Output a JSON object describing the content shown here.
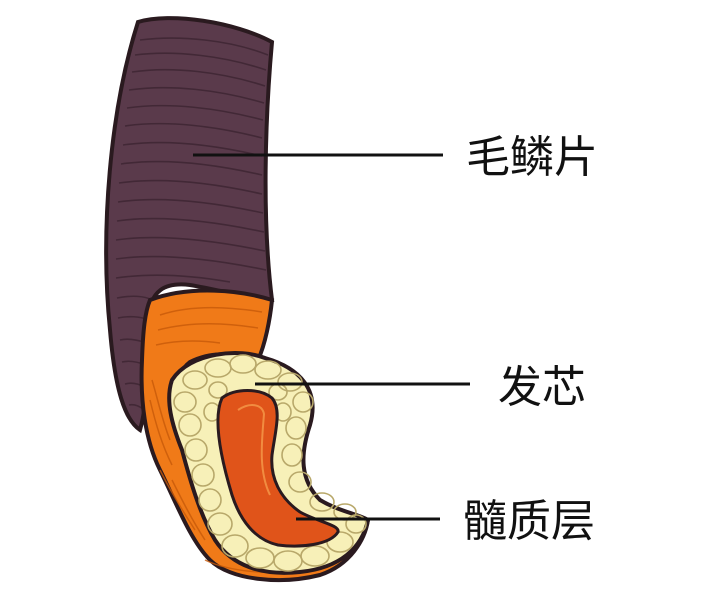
{
  "diagram": {
    "labels": {
      "cuticle": "毛鳞片",
      "cortex": "发芯",
      "medulla": "髓质层"
    },
    "colors": {
      "cuticle_fill": "#5a3a4b",
      "cuticle_dark": "#3e2633",
      "cortex_fill": "#f07a18",
      "cortex_dark": "#c85a0a",
      "cell_fill": "#f7f0b8",
      "cell_stroke": "#b8a86a",
      "medulla_fill": "#e0541a",
      "outline": "#2a1a1f"
    }
  }
}
